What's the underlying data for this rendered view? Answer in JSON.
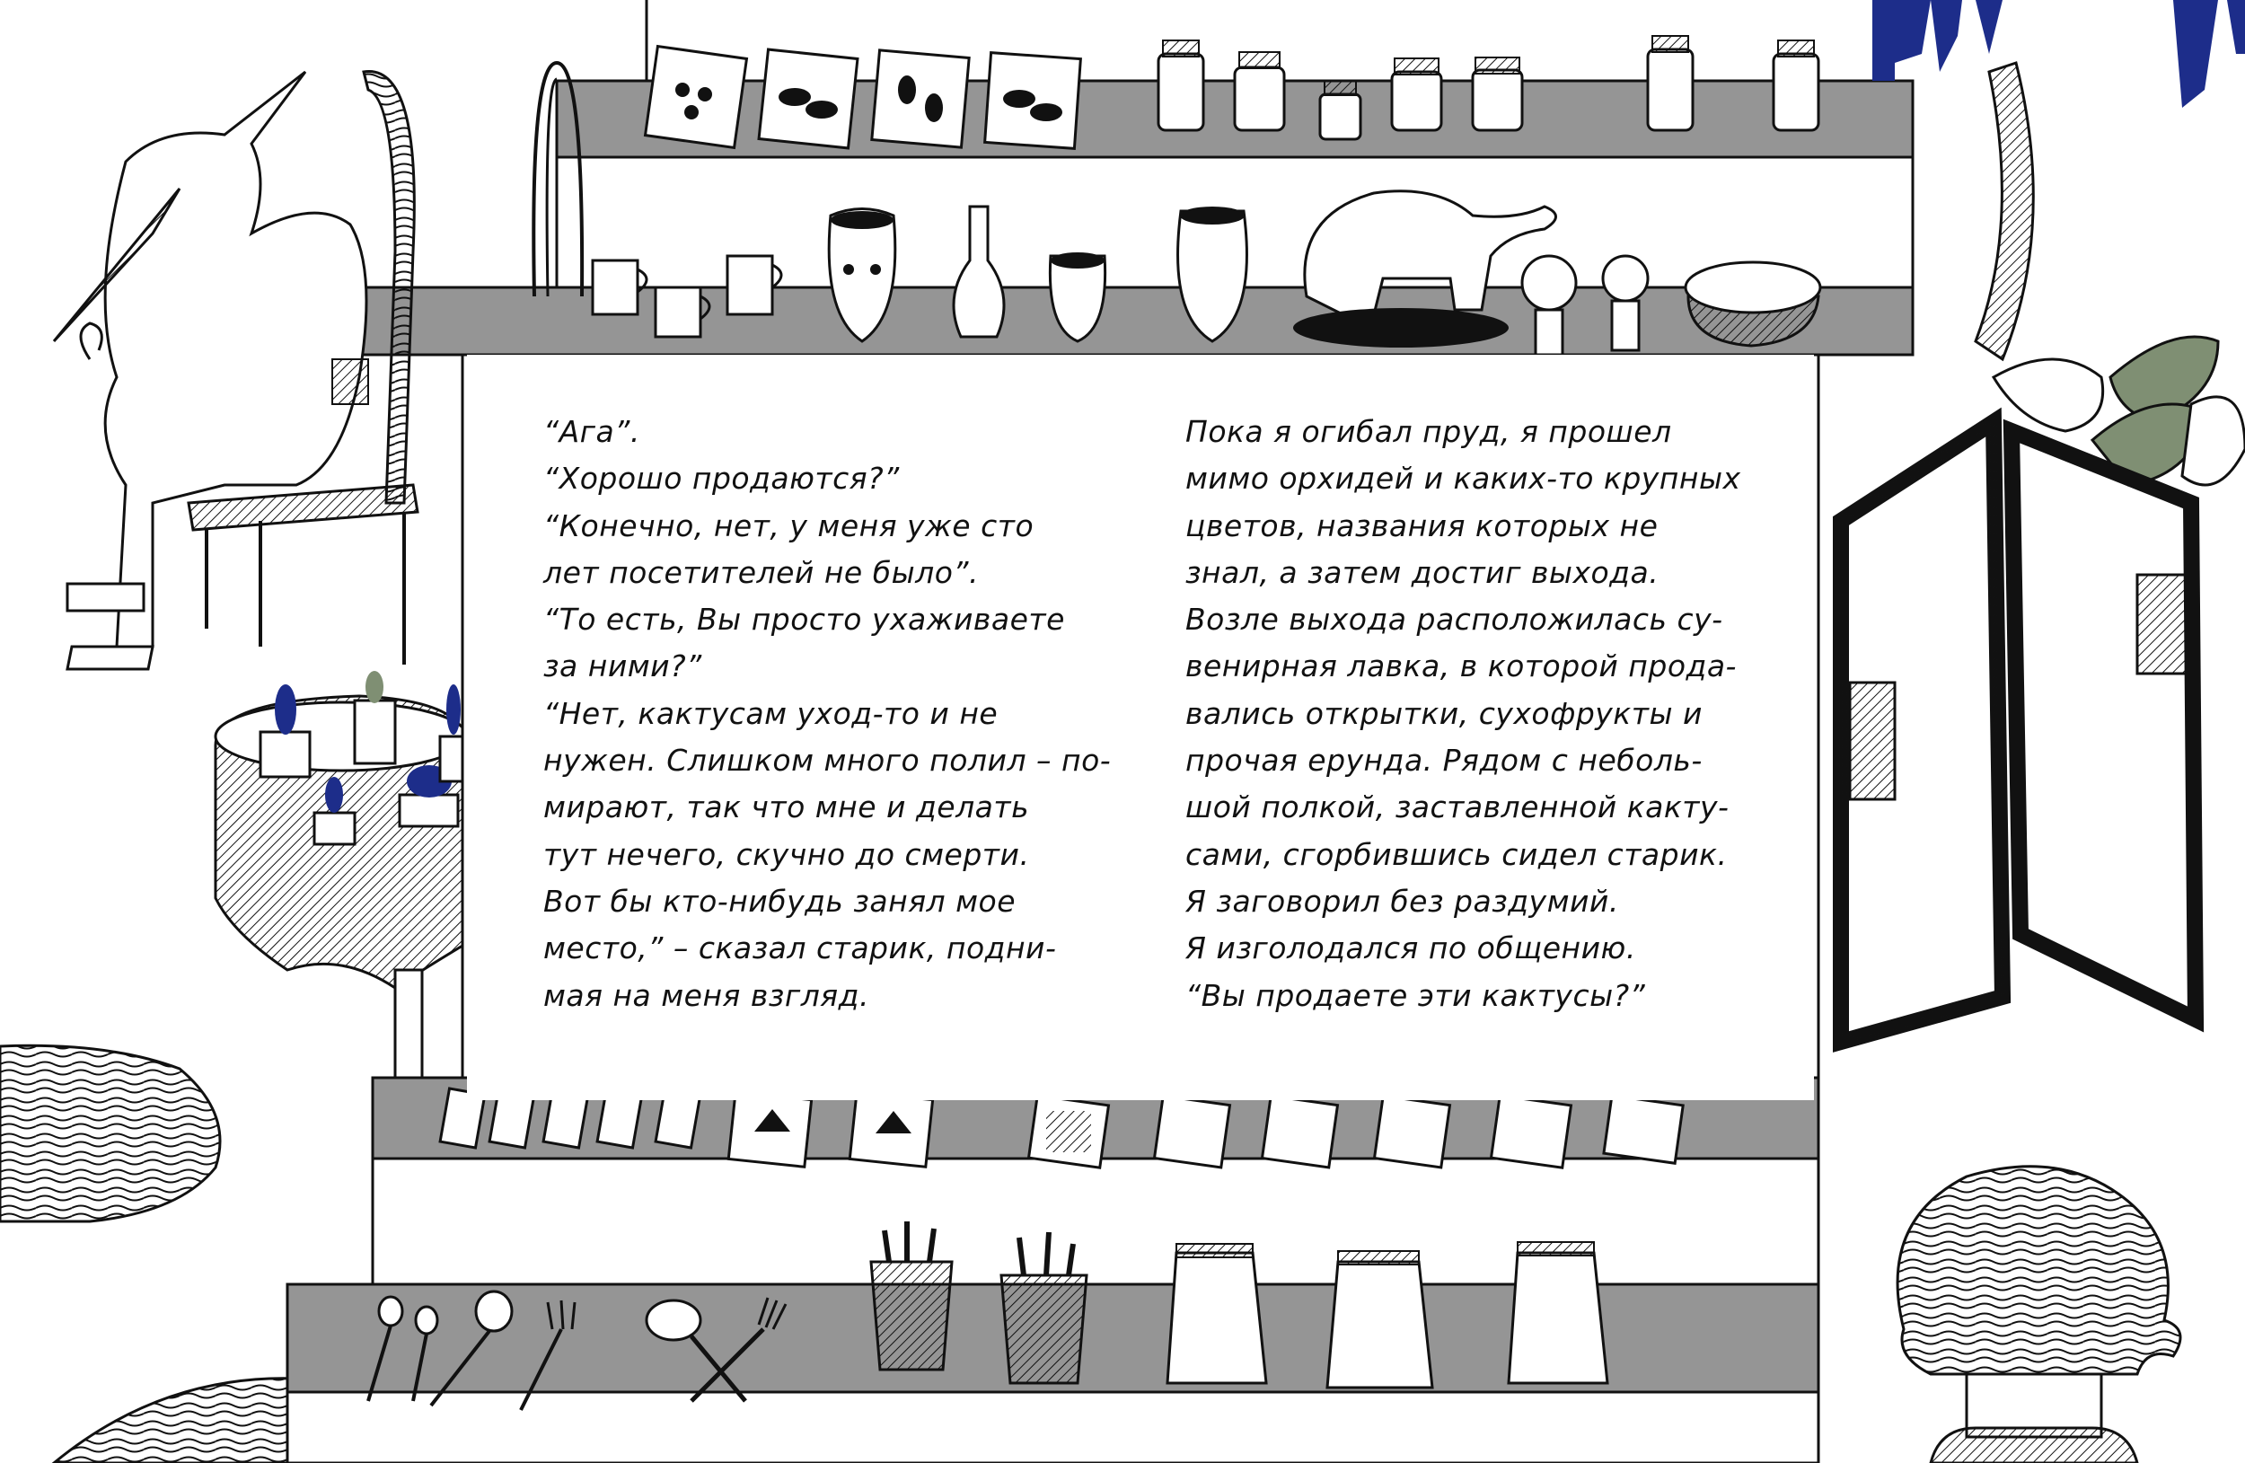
{
  "colors": {
    "shelf_gray": "#959595",
    "ink": "#111111",
    "paper": "#ffffff",
    "plant_blue": "#1d2d8a",
    "leaf_green": "#7f8f73"
  },
  "icons": [
    "old-man-icon",
    "chair-icon",
    "cactus-pot-icon",
    "seed-packet-icon",
    "jar-icon",
    "mug-icon",
    "vase-icon",
    "elephant-figurine-icon",
    "basket-icon",
    "postcard-icon",
    "spoon-icon",
    "fork-icon",
    "bag-icon",
    "boy-head-icon",
    "window-frame-icon",
    "plant-icon"
  ],
  "text": {
    "left_column": [
      "“Ага”.",
      "“Хорошо продаются?”",
      "“Конечно, нет, у меня уже сто",
      "лет посетителей не было”.",
      "“То есть, Вы просто ухаживаете",
      "за ними?”",
      "“Нет, кактусам уход-то и не",
      "нужен. Слишком много полил – по-",
      "мирают, так что мне и делать",
      "тут нечего, скучно до смерти.",
      "Вот бы кто-нибудь занял мое",
      "место,” – сказал старик, подни-",
      "мая на меня взгляд."
    ],
    "right_column": [
      "Пока я огибал пруд, я прошел",
      "мимо орхидей и каких-то крупных",
      "цветов, названия которых не",
      "знал, а затем достиг выхода.",
      "Возле выхода расположилась су-",
      "венирная лавка, в которой прода-",
      "вались открытки, сухофрукты и",
      "прочая ерунда. Рядом с неболь-",
      "шой полкой, заставленной какту-",
      "сами, сгорбившись сидел старик.",
      "Я заговорил без раздумий.",
      "Я изголодался по общению.",
      "“Вы продаете эти кактусы?”"
    ]
  }
}
